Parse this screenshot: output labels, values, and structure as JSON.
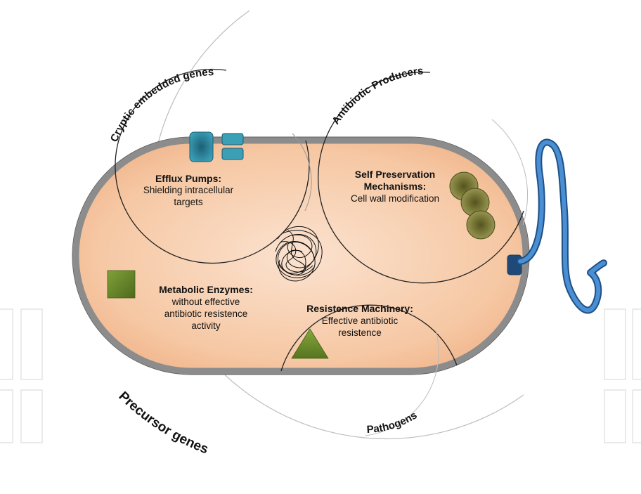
{
  "arc_labels": {
    "cryptic": "Cryptic embedded genes",
    "producers": "Antibiotic Producers",
    "precursor": "Precursor genes",
    "pathogens": "Pathogens"
  },
  "efflux": {
    "title": "Efflux Pumps:",
    "line1": "Shielding intracellular",
    "line2": "targets"
  },
  "self_pres": {
    "title1": "Self Preservation",
    "title2": "Mechanisms:",
    "line1": "Cell wall modification"
  },
  "metabolic": {
    "title": "Metabolic Enzymes:",
    "line1": "without effective",
    "line2": "antibiotic resistence",
    "line3": "activity"
  },
  "resistence": {
    "title": "Resistence Machinery:",
    "line1": "Effective antibiotic",
    "line2": "resistence"
  },
  "icons": [
    "efflux-pump-icon",
    "cell-wall-disc-icon",
    "dna-tangle-icon",
    "green-square-icon",
    "green-triangle-icon",
    "flagellum-icon"
  ],
  "colors": {
    "cell_fill": "#f6c8a4",
    "cell_wall": "#8a8a8a",
    "efflux_pump": "#2e8fa6",
    "disc": "#7b7a3a",
    "enzyme_green": "#6c8a2c",
    "flagellum": "#3f7fc4"
  }
}
